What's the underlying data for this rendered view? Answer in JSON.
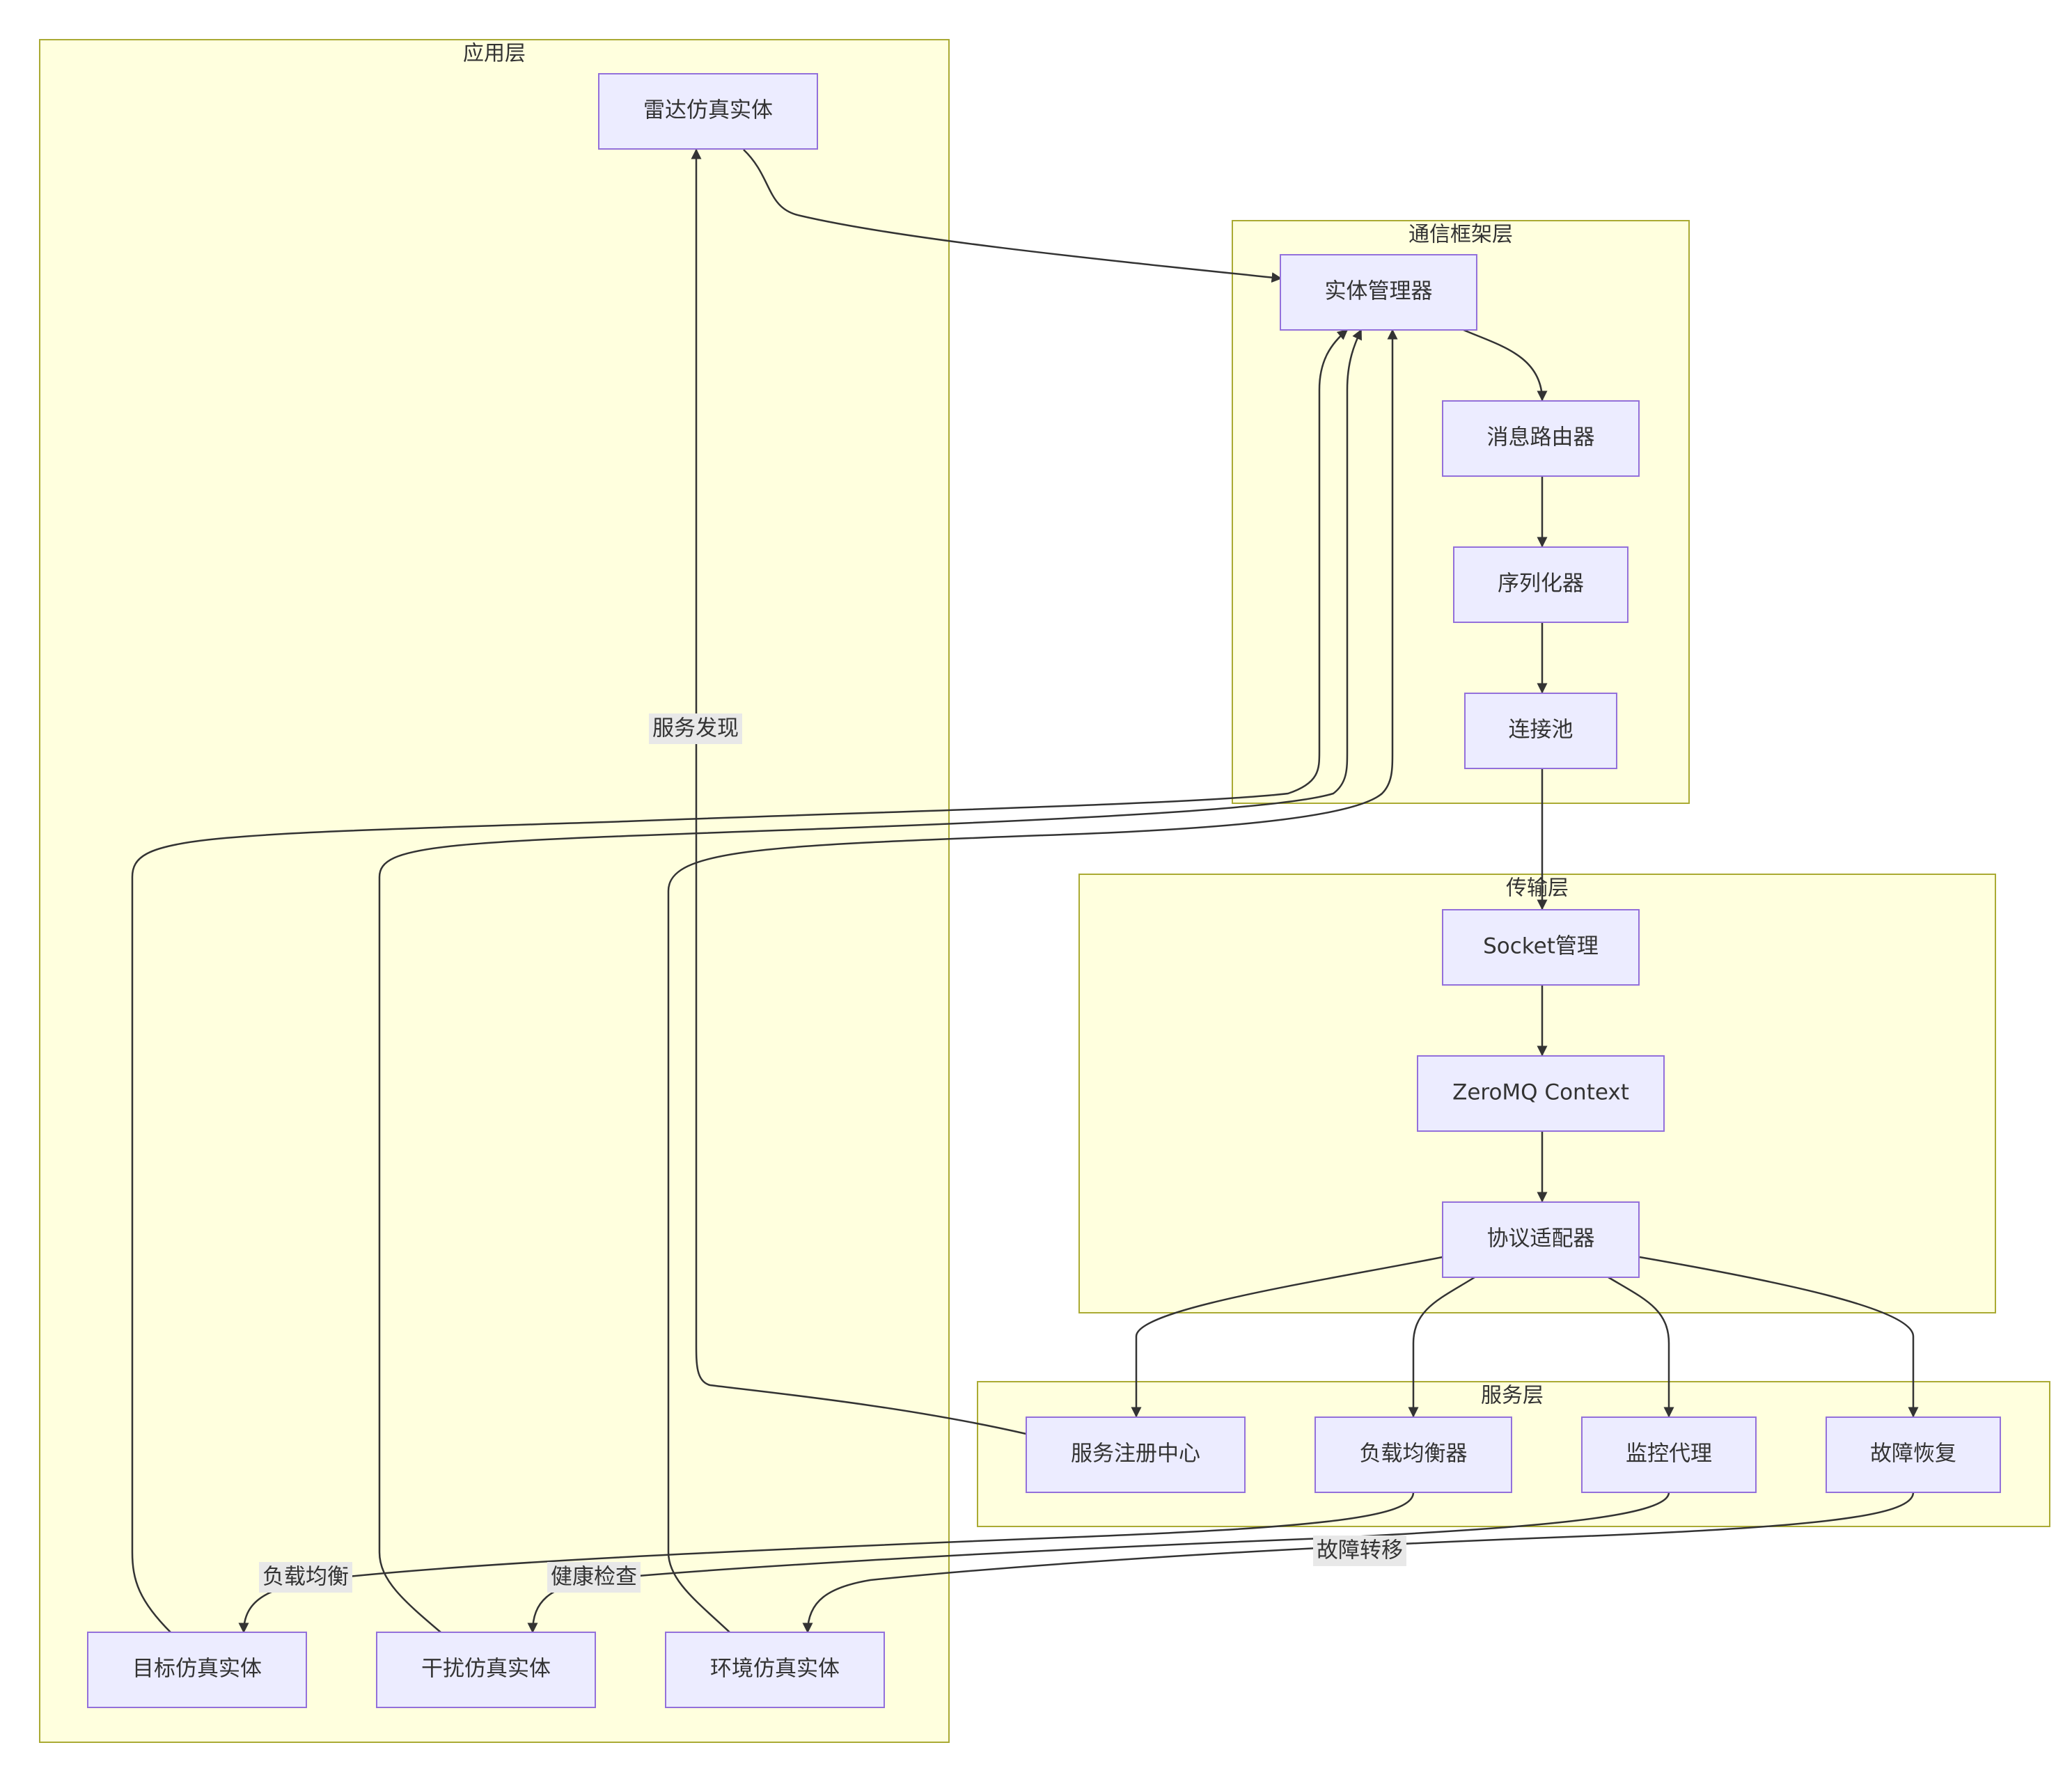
{
  "colors": {
    "cluster_fill": "#ffffde",
    "cluster_stroke": "#aaaa33",
    "node_fill": "#ececff",
    "node_stroke": "#9370db",
    "edge": "#333333",
    "edge_label_bg": "#e8e8e8"
  },
  "clusters": {
    "app": "应用层",
    "comm": "通信框架层",
    "transport": "传输层",
    "service": "服务层"
  },
  "nodes": {
    "radar": "雷达仿真实体",
    "target": "目标仿真实体",
    "jamming": "干扰仿真实体",
    "env": "环境仿真实体",
    "entity_mgr": "实体管理器",
    "router": "消息路由器",
    "serializer": "序列化器",
    "pool": "连接池",
    "socket": "Socket管理",
    "zmq": "ZeroMQ Context",
    "adapter": "协议适配器",
    "registry": "服务注册中心",
    "lb": "负载均衡器",
    "monitor": "监控代理",
    "recovery": "故障恢复"
  },
  "edge_labels": {
    "discovery": "服务发现",
    "load_balance": "负载均衡",
    "health_check": "健康检查",
    "failover": "故障转移"
  }
}
